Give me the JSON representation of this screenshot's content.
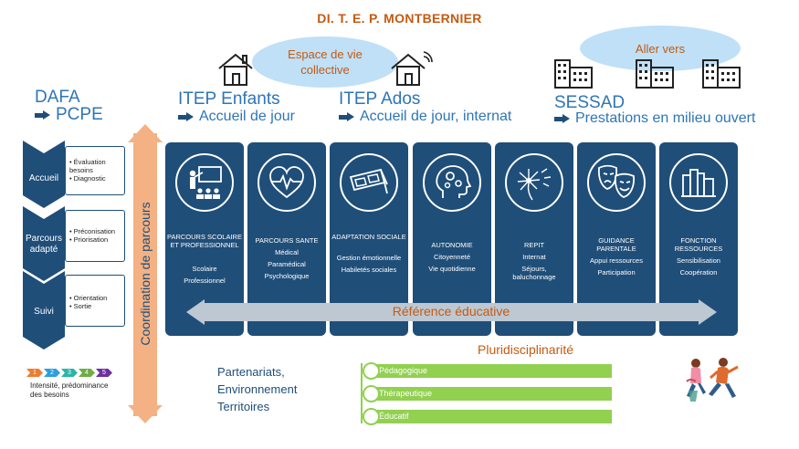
{
  "title": "DI. T. E. P. MONTBERNIER",
  "bubbles": {
    "collective": "Espace de vie collective",
    "aller_vers": "Aller vers"
  },
  "sections": {
    "dafa": {
      "line1": "DAFA",
      "line2": "PCPE"
    },
    "itep_enfants": {
      "title": "ITEP Enfants",
      "sub": "Accueil de jour"
    },
    "itep_ados": {
      "title": "ITEP Ados",
      "sub": "Accueil de jour, internat"
    },
    "sessad": {
      "title": "SESSAD",
      "sub": "Prestations en milieu ouvert"
    }
  },
  "left_steps": [
    {
      "label": "Accueil",
      "items": [
        "Évaluation besoins",
        "Diagnostic"
      ]
    },
    {
      "label": "Parcours adapté",
      "items": [
        "Préconisation",
        "Priorisation"
      ]
    },
    {
      "label": "Suivi",
      "items": [
        "Orientation",
        "Sortie"
      ]
    }
  ],
  "legend": {
    "steps": [
      "1",
      "2",
      "3",
      "4",
      "5"
    ],
    "colors": [
      "#ed7d31",
      "#2e9fd8",
      "#2ab5a8",
      "#70ad47",
      "#7030a0"
    ],
    "text": "Intensité, prédominance des besoins"
  },
  "coordination": "Coordination de parcours",
  "columns": [
    {
      "icon": "teacher-icon",
      "head": "PARCOURS SCOLAIRE ET PROFESSIONNEL",
      "lines": [
        "Scolaire",
        "Professionnel"
      ]
    },
    {
      "icon": "heart-pulse-icon",
      "head": "PARCOURS SANTE",
      "lines": [
        "Médical",
        "Paramédical",
        "Psychologique"
      ]
    },
    {
      "icon": "vr-glasses-icon",
      "head": "ADAPTATION SOCIALE",
      "lines": [
        "Gestion émotionnelle",
        "Habiletés sociales"
      ]
    },
    {
      "icon": "brain-gears-icon",
      "head": "AUTONOMIE",
      "lines": [
        "Citoyenneté",
        "Vie quotidienne"
      ]
    },
    {
      "icon": "dandelion-icon",
      "head": "REPIT",
      "lines": [
        "Internat",
        "Séjours, baluchonnage"
      ]
    },
    {
      "icon": "theatre-masks-icon",
      "head": "GUIDANCE PARENTALE",
      "lines": [
        "Appui ressources",
        "Participation"
      ]
    },
    {
      "icon": "books-icon",
      "head": "FONCTION RESSOURCES",
      "lines": [
        "Sensibilisation",
        "Coopération"
      ]
    }
  ],
  "reference": "Référence éducative",
  "pluridisciplinarite": "Pluridisciplinarité",
  "partners": [
    "Partenariats,",
    "Environnement",
    "Territoires"
  ],
  "bars": [
    "Pédagogique",
    "Thérapeutique",
    "Éducatif"
  ]
}
